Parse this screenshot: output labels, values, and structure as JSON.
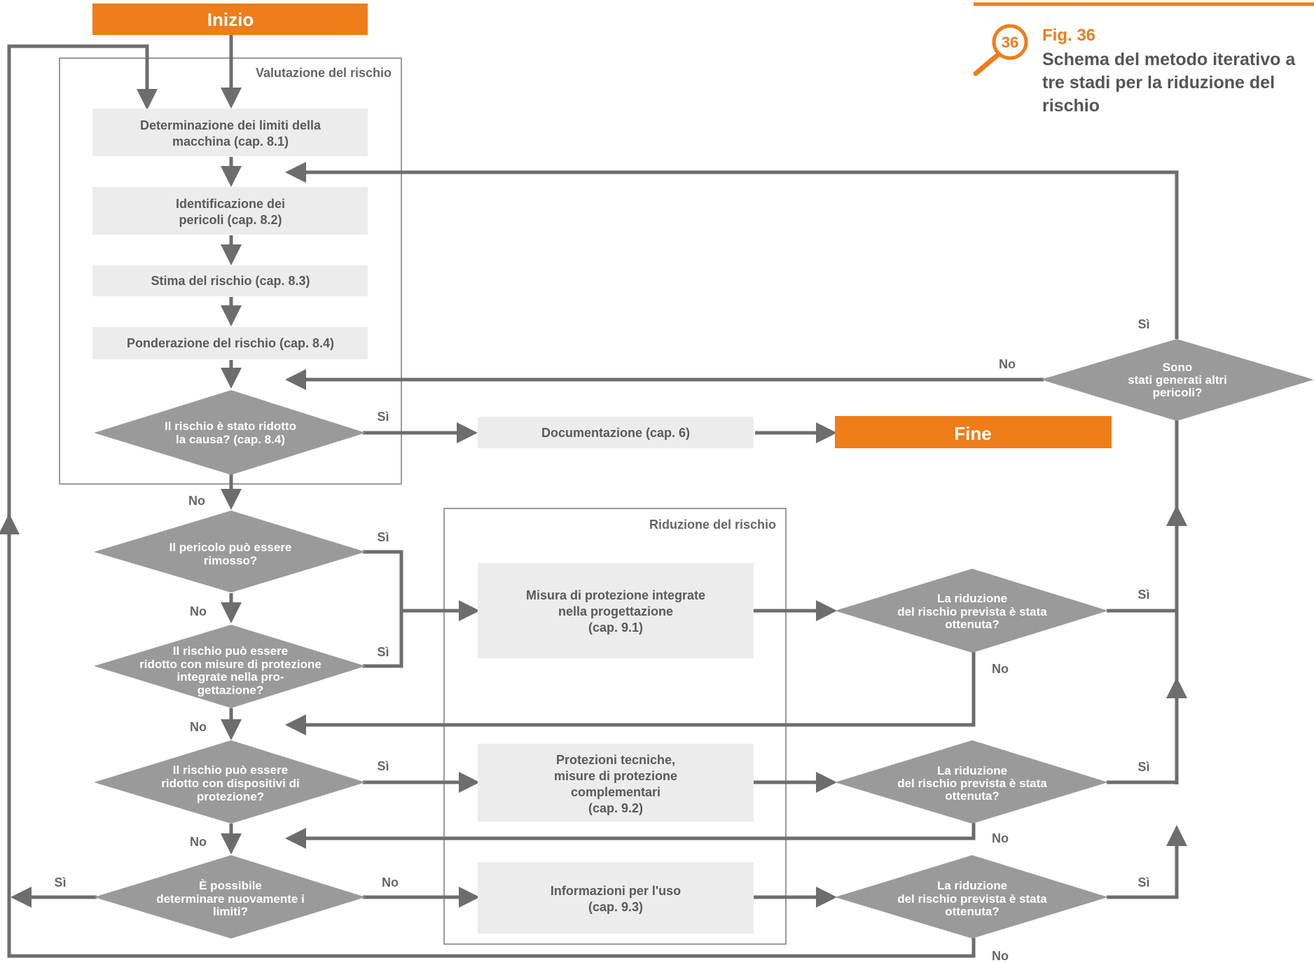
{
  "figure": {
    "badge": "36",
    "number": "Fig. 36",
    "title_lines": [
      "Schema del metodo iterativo a",
      "tre stadi per la riduzione del",
      "rischio"
    ]
  },
  "terminals": {
    "start": "Inizio",
    "end": "Fine"
  },
  "frames": {
    "assessment": "Valutazione del rischio",
    "reduction": "Riduzione del rischio"
  },
  "boxes": {
    "limits": [
      "Determinazione dei limiti della",
      "macchina (cap. 8.1)"
    ],
    "hazards": [
      "Identificazione dei",
      "pericoli (cap. 8.2)"
    ],
    "estimation": [
      "Stima del rischio (cap. 8.3)"
    ],
    "evaluation": [
      "Ponderazione del rischio (cap. 8.4)"
    ],
    "documentation": [
      "Documentazione (cap. 6)"
    ],
    "inherent": [
      "Misura di protezione integrate",
      "nella progettazione",
      "(cap. 9.1)"
    ],
    "safeguarding": [
      "Protezioni tecniche,",
      "misure di protezione",
      "complementari",
      "(cap. 9.2)"
    ],
    "information": [
      "Informazioni per l'uso",
      "(cap. 9.3)"
    ]
  },
  "decisions": {
    "reduced": [
      "Il rischio è stato ridotto",
      "la causa?  (cap. 8.4)"
    ],
    "removable": [
      "Il pericolo può essere",
      "rimosso?"
    ],
    "inherent_q": [
      "Il rischio può essere",
      "ridotto con misure di protezione",
      "integrate nella pro-",
      "gettazione?"
    ],
    "devices_q": [
      "Il rischio può essere",
      "ridotto con dispositivi di",
      "protezione?"
    ],
    "redefine": [
      "È possibile",
      "determinare nuovamente i",
      "limiti?"
    ],
    "new_hazards": [
      "Sono",
      "stati generati altri",
      "pericoli?"
    ],
    "achieved_1": [
      "La riduzione",
      "del rischio prevista è stata",
      "ottenuta?"
    ],
    "achieved_2": [
      "La riduzione",
      "del rischio prevista è stata",
      "ottenuta?"
    ],
    "achieved_3": [
      "La riduzione",
      "del rischio prevista è stata",
      "ottenuta?"
    ]
  },
  "labels": {
    "yes": "Sì",
    "no": "No"
  },
  "colors": {
    "accent": "#ee7d1a",
    "line": "#6d6d6d",
    "decision": "#9a9a9a",
    "box": "#ececec"
  }
}
